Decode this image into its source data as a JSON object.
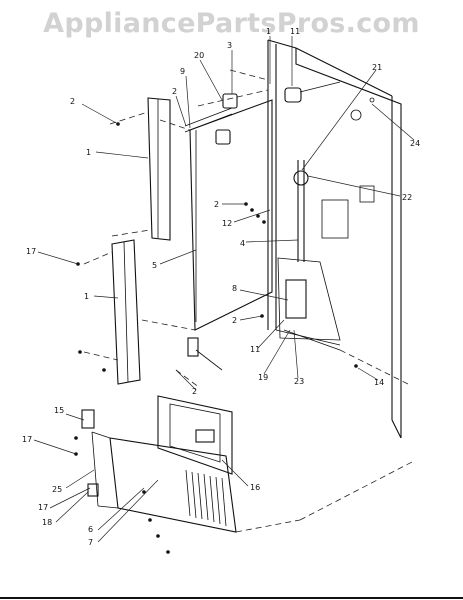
{
  "watermark": "AppliancePartsPros.com",
  "callouts": {
    "c1a": "1",
    "c1b": "1",
    "c1c": "1",
    "c2a": "2",
    "c2b": "2",
    "c2c": "2",
    "c2d": "2",
    "c2e": "2",
    "c3": "3",
    "c4": "4",
    "c5": "5",
    "c6": "6",
    "c7": "7",
    "c8": "8",
    "c9": "9",
    "c11": "11",
    "c12": "12",
    "c14": "14",
    "c15": "15",
    "c16": "16",
    "c17a": "17",
    "c17b": "17",
    "c17c": "17",
    "c18": "18",
    "c19": "19",
    "c20": "20",
    "c21": "21",
    "c22": "22",
    "c23": "23",
    "c24": "24",
    "c25": "25"
  }
}
